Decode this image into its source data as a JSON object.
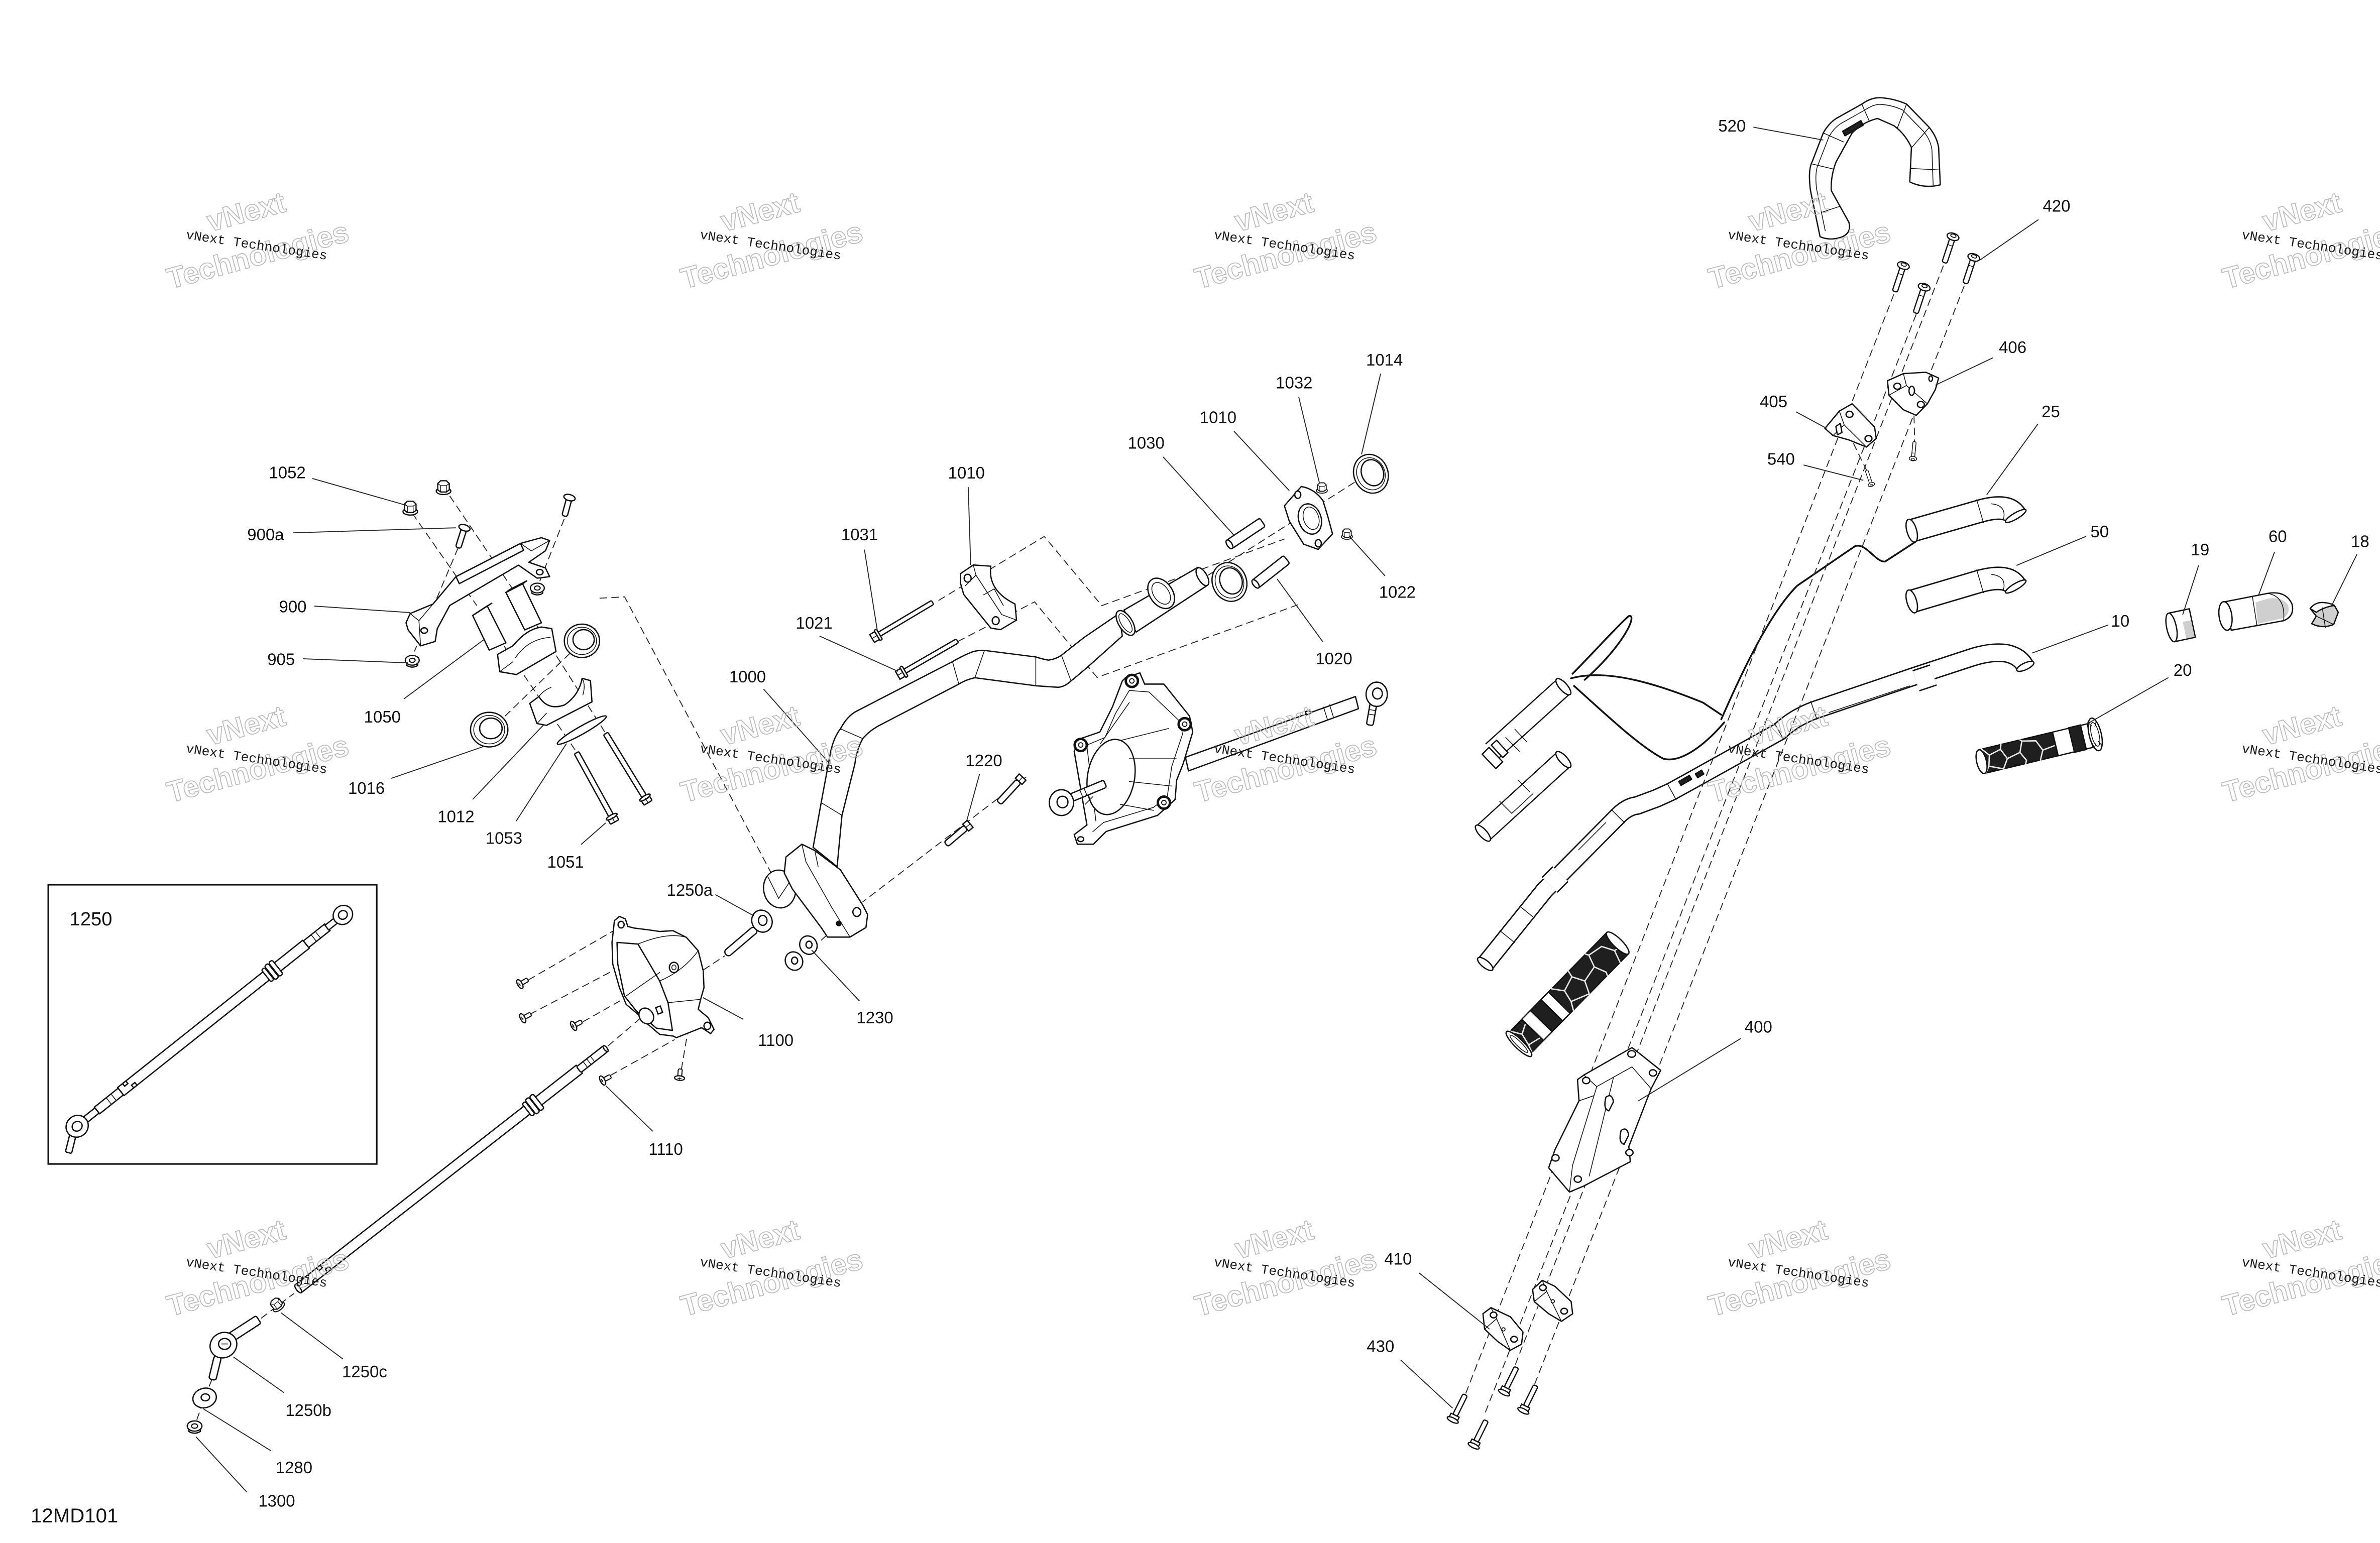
{
  "diagram": {
    "code": "12MD101",
    "inset_box_label": "1250"
  },
  "callouts": {
    "upper_left": [
      "1052",
      "900a",
      "900",
      "905",
      "1050",
      "1016",
      "1012",
      "1053",
      "1051"
    ],
    "center": [
      "1000",
      "1010",
      "1031",
      "1021",
      "1030",
      "1010",
      "1032",
      "1014",
      "1022",
      "1020"
    ],
    "lower_center": [
      "1220",
      "1250a",
      "1230",
      "1100",
      "1110"
    ],
    "lower_left": [
      "1250c",
      "1250b",
      "1280",
      "1300"
    ],
    "upper_right": [
      "520",
      "420",
      "406",
      "405",
      "540",
      "25",
      "50",
      "10",
      "19",
      "60",
      "18",
      "20"
    ],
    "lower_right": [
      "400",
      "410",
      "430"
    ]
  },
  "watermark": {
    "small_text": "vNext Technologies",
    "large_line1": "vNext",
    "large_line2": "Technologies"
  },
  "colors": {
    "background": "#ffffff",
    "line_art": "#111111",
    "callout_text": "#111111",
    "watermark_small_text": "#1a1a1a",
    "watermark_outline": "#bdbdbd",
    "part_shading": "#cfcfcf",
    "grip_pattern_dark": "#1f1f1f"
  }
}
